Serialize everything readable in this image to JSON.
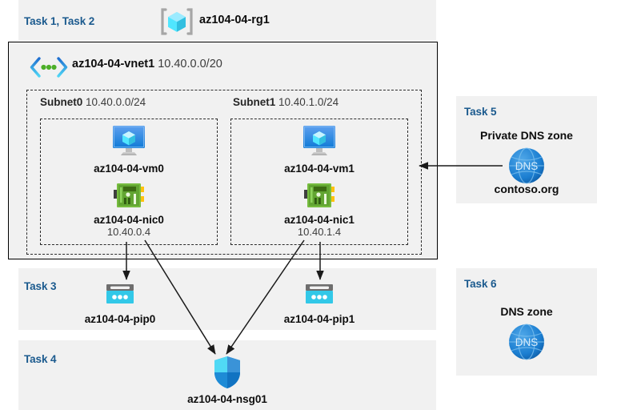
{
  "diagram": {
    "title_context": "Azure lab architecture",
    "header": {
      "task_label": "Task 1, Task 2",
      "resource_group_icon": "resource-group-icon",
      "resource_group_name": "az104-04-rg1"
    },
    "vnet": {
      "icon": "virtual-network-icon",
      "name": "az104-04-vnet1",
      "cidr": "10.40.0.0/20",
      "subnets": [
        {
          "name": "Subnet0",
          "cidr": "10.40.0.0/24",
          "vm": {
            "icon": "virtual-machine-icon",
            "name": "az104-04-vm0"
          },
          "nic": {
            "icon": "network-interface-icon",
            "name": "az104-04-nic0",
            "ip": "10.40.0.4"
          }
        },
        {
          "name": "Subnet1",
          "cidr": "10.40.1.0/24",
          "vm": {
            "icon": "virtual-machine-icon",
            "name": "az104-04-vm1"
          },
          "nic": {
            "icon": "network-interface-icon",
            "name": "az104-04-nic1",
            "ip": "10.40.1.4"
          }
        }
      ]
    },
    "task3": {
      "task_label": "Task 3",
      "pip0": {
        "icon": "public-ip-address-icon",
        "name": "az104-04-pip0"
      },
      "pip1": {
        "icon": "public-ip-address-icon",
        "name": "az104-04-pip1"
      }
    },
    "task4": {
      "task_label": "Task 4",
      "nsg": {
        "icon": "network-security-group-shield-icon",
        "name": "az104-04-nsg01"
      }
    },
    "task5": {
      "task_label": "Task 5",
      "heading": "Private DNS zone",
      "icon": "dns-zone-globe-icon",
      "icon_text": "DNS",
      "zone_name": "contoso.org"
    },
    "task6": {
      "task_label": "Task 6",
      "heading": "DNS zone",
      "icon": "dns-zone-globe-icon",
      "icon_text": "DNS"
    },
    "colors": {
      "task_label_blue": "#1b5a8e",
      "panel_gray": "#f1f1f1",
      "azure_blue": "#0078d4",
      "cyan": "#32c8e8",
      "nic_green": "#6aa42f",
      "dns_blue": "#1c7fd6",
      "stroke_black": "#1a1a1a"
    }
  }
}
